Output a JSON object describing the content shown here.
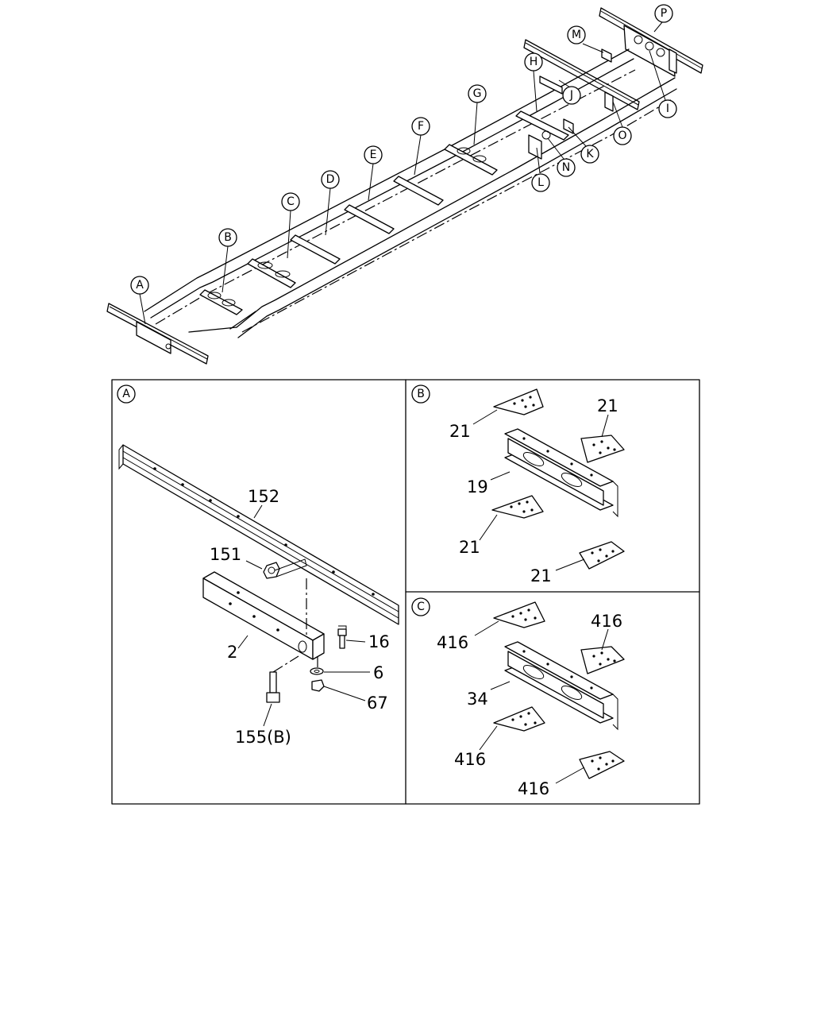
{
  "callouts": [
    "A",
    "B",
    "C",
    "D",
    "E",
    "F",
    "G",
    "H",
    "J",
    "K",
    "L",
    "N",
    "M",
    "O",
    "I",
    "P"
  ],
  "panels": {
    "A": {
      "label": "A",
      "parts": {
        "p152": "152",
        "p151": "151",
        "p2": "2",
        "p16": "16",
        "p6": "6",
        "p67": "67",
        "p155": "155(B)"
      }
    },
    "B": {
      "label": "B",
      "parts": {
        "p21a": "21",
        "p21b": "21",
        "p19": "19",
        "p21c": "21",
        "p21d": "21"
      }
    },
    "C": {
      "label": "C",
      "parts": {
        "p416a": "416",
        "p416b": "416",
        "p34": "34",
        "p416c": "416",
        "p416d": "416"
      }
    }
  }
}
